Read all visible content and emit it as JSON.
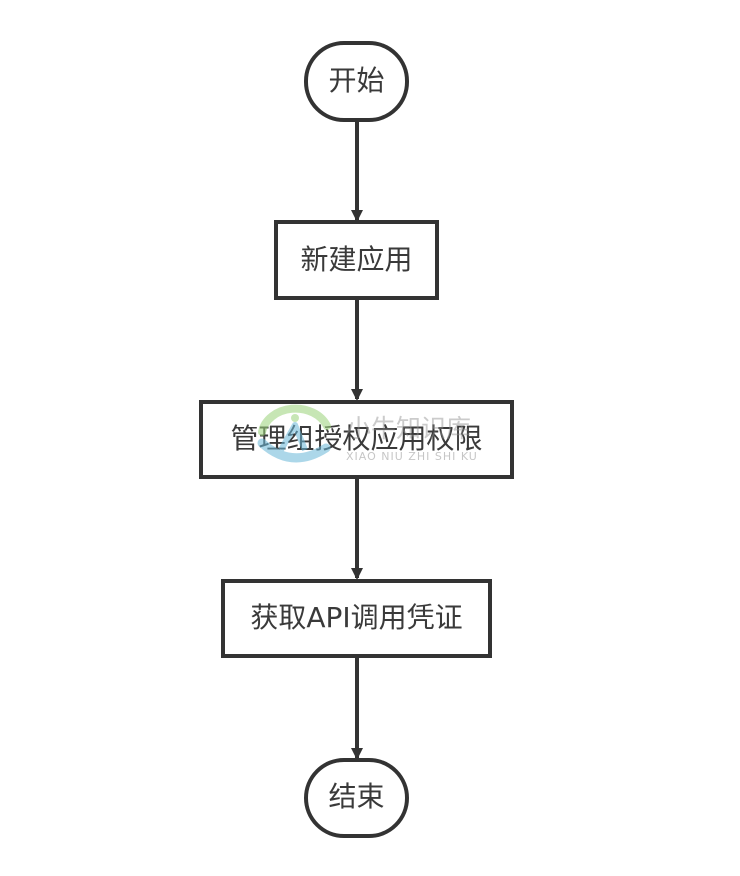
{
  "nodes": {
    "start": {
      "label": "开始",
      "shape": "terminal"
    },
    "create_app": {
      "label": "新建应用",
      "shape": "process"
    },
    "grant_permission": {
      "label": "管理组授权应用权限",
      "shape": "process"
    },
    "get_credential": {
      "label": "获取API调用凭证",
      "shape": "process"
    },
    "end": {
      "label": "结束",
      "shape": "terminal"
    }
  },
  "edges": [
    {
      "from": "start",
      "to": "create_app"
    },
    {
      "from": "create_app",
      "to": "grant_permission"
    },
    {
      "from": "grant_permission",
      "to": "get_credential"
    },
    {
      "from": "get_credential",
      "to": "end"
    }
  ],
  "watermark": {
    "text": "小牛知识库",
    "subtext": "XIAO NIU ZHI SHI KU"
  },
  "colors": {
    "stroke": "#333333",
    "text": "#3a3a3a",
    "watermark_green": "#9bd37a",
    "watermark_blue": "#6ab8d8"
  }
}
